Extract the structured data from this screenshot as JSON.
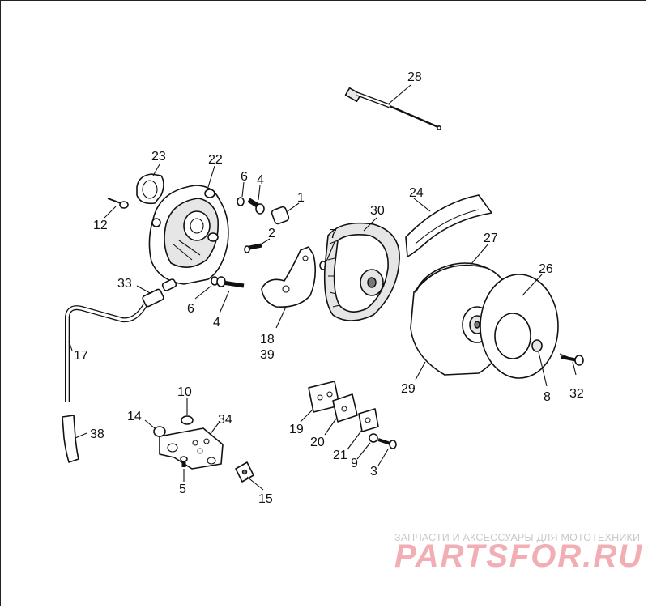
{
  "diagram": {
    "callouts": {
      "c1": "1",
      "c2": "2",
      "c3": "3",
      "c4a": "4",
      "c4b": "4",
      "c5": "5",
      "c6a": "6",
      "c6b": "6",
      "c7": "7",
      "c8": "8",
      "c9": "9",
      "c10": "10",
      "c12": "12",
      "c14": "14",
      "c15": "15",
      "c17": "17",
      "c18": "18",
      "c19": "19",
      "c20": "20",
      "c21": "21",
      "c22": "22",
      "c23": "23",
      "c24": "24",
      "c26": "26",
      "c27": "27",
      "c28": "28",
      "c29": "29",
      "c30": "30",
      "c32": "32",
      "c33": "33",
      "c34": "34",
      "c38": "38",
      "c39": "39"
    }
  },
  "watermark": {
    "tagline": "ЗАПЧАСТИ И АКСЕССУАРЫ ДЛЯ МОТОТЕХНИКИ",
    "logo": "PARTSFOR.RU"
  }
}
